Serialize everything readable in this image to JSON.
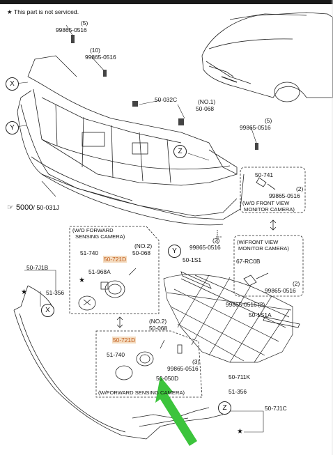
{
  "note": {
    "text": "This part is not serviced."
  },
  "parts": {
    "bolt_top": {
      "qty": "(5)",
      "num": "99865-0516"
    },
    "bolt_top2": {
      "qty": "(10)",
      "num": "99865-0516"
    },
    "p_50_032C": "50-032C",
    "p_50_068_top": {
      "qty": "(NO.1)",
      "num": "50-068"
    },
    "bolt_right": {
      "qty": "(5)",
      "num": "99865-0516"
    },
    "main_bumper": {
      "a": "5000",
      "b": "/ 50-031J"
    },
    "p_50_741": "50-741",
    "bolt_wo_view": {
      "num": "99865-0516",
      "qty": "(2)"
    },
    "wo_front_view": {
      "l1": "(W/O FRONT VIEW",
      "l2": "MONITOR CAMERA)"
    },
    "wo_forward": {
      "l1": "(W/O FORWARD",
      "l2": "SENSING CAMERA)"
    },
    "p_51_740_a": "51-740",
    "p_50_721D_a": "50-721D",
    "p_50_068_no2_a": {
      "qty": "(NO.2)",
      "num": "50-068"
    },
    "p_51_968A": "51-968A",
    "p_50_7J1B": "50-7J1B",
    "p_51_356_a": "51-356",
    "bolt_mid": {
      "num": "99865-0516",
      "qty": "(2)"
    },
    "p_50_1S1": "50-1S1",
    "w_front_view": {
      "l1": "(W/FRONT VIEW",
      "l2": "MONITOR CAMERA)"
    },
    "p_67_RC0B": "67-RC0B",
    "bolt_view": {
      "num": "99865-0516",
      "qty": "(2)"
    },
    "bolt_grille": {
      "num": "99865-0516",
      "qty": "(2)"
    },
    "p_50_1S1A": "50-1S1A",
    "p_50_711K": "50-711K",
    "p_50_068_no2_b": {
      "qty": "(NO.2)",
      "num": "50-068"
    },
    "p_50_721D_b": "50-721D",
    "p_51_740_b": "51-740",
    "bolt_cam": {
      "num": "99865-0516",
      "qty": "(3)"
    },
    "p_50_050D": "50-050D",
    "w_forward": "(W/FORWARD SENSING CAMERA)",
    "p_51_356_b": "51-356",
    "p_50_7J1C": "50-7J1C"
  },
  "callouts": {
    "x": "X",
    "y": "Y",
    "z": "Z"
  },
  "colors": {
    "highlight_text": "#c05a1a",
    "highlight_bg": "#f4dcc0",
    "arrow": "#3cc43c"
  },
  "icons": [
    "star-icon",
    "green-arrow-icon",
    "callout-x-icon",
    "callout-y-icon",
    "callout-z-icon"
  ]
}
